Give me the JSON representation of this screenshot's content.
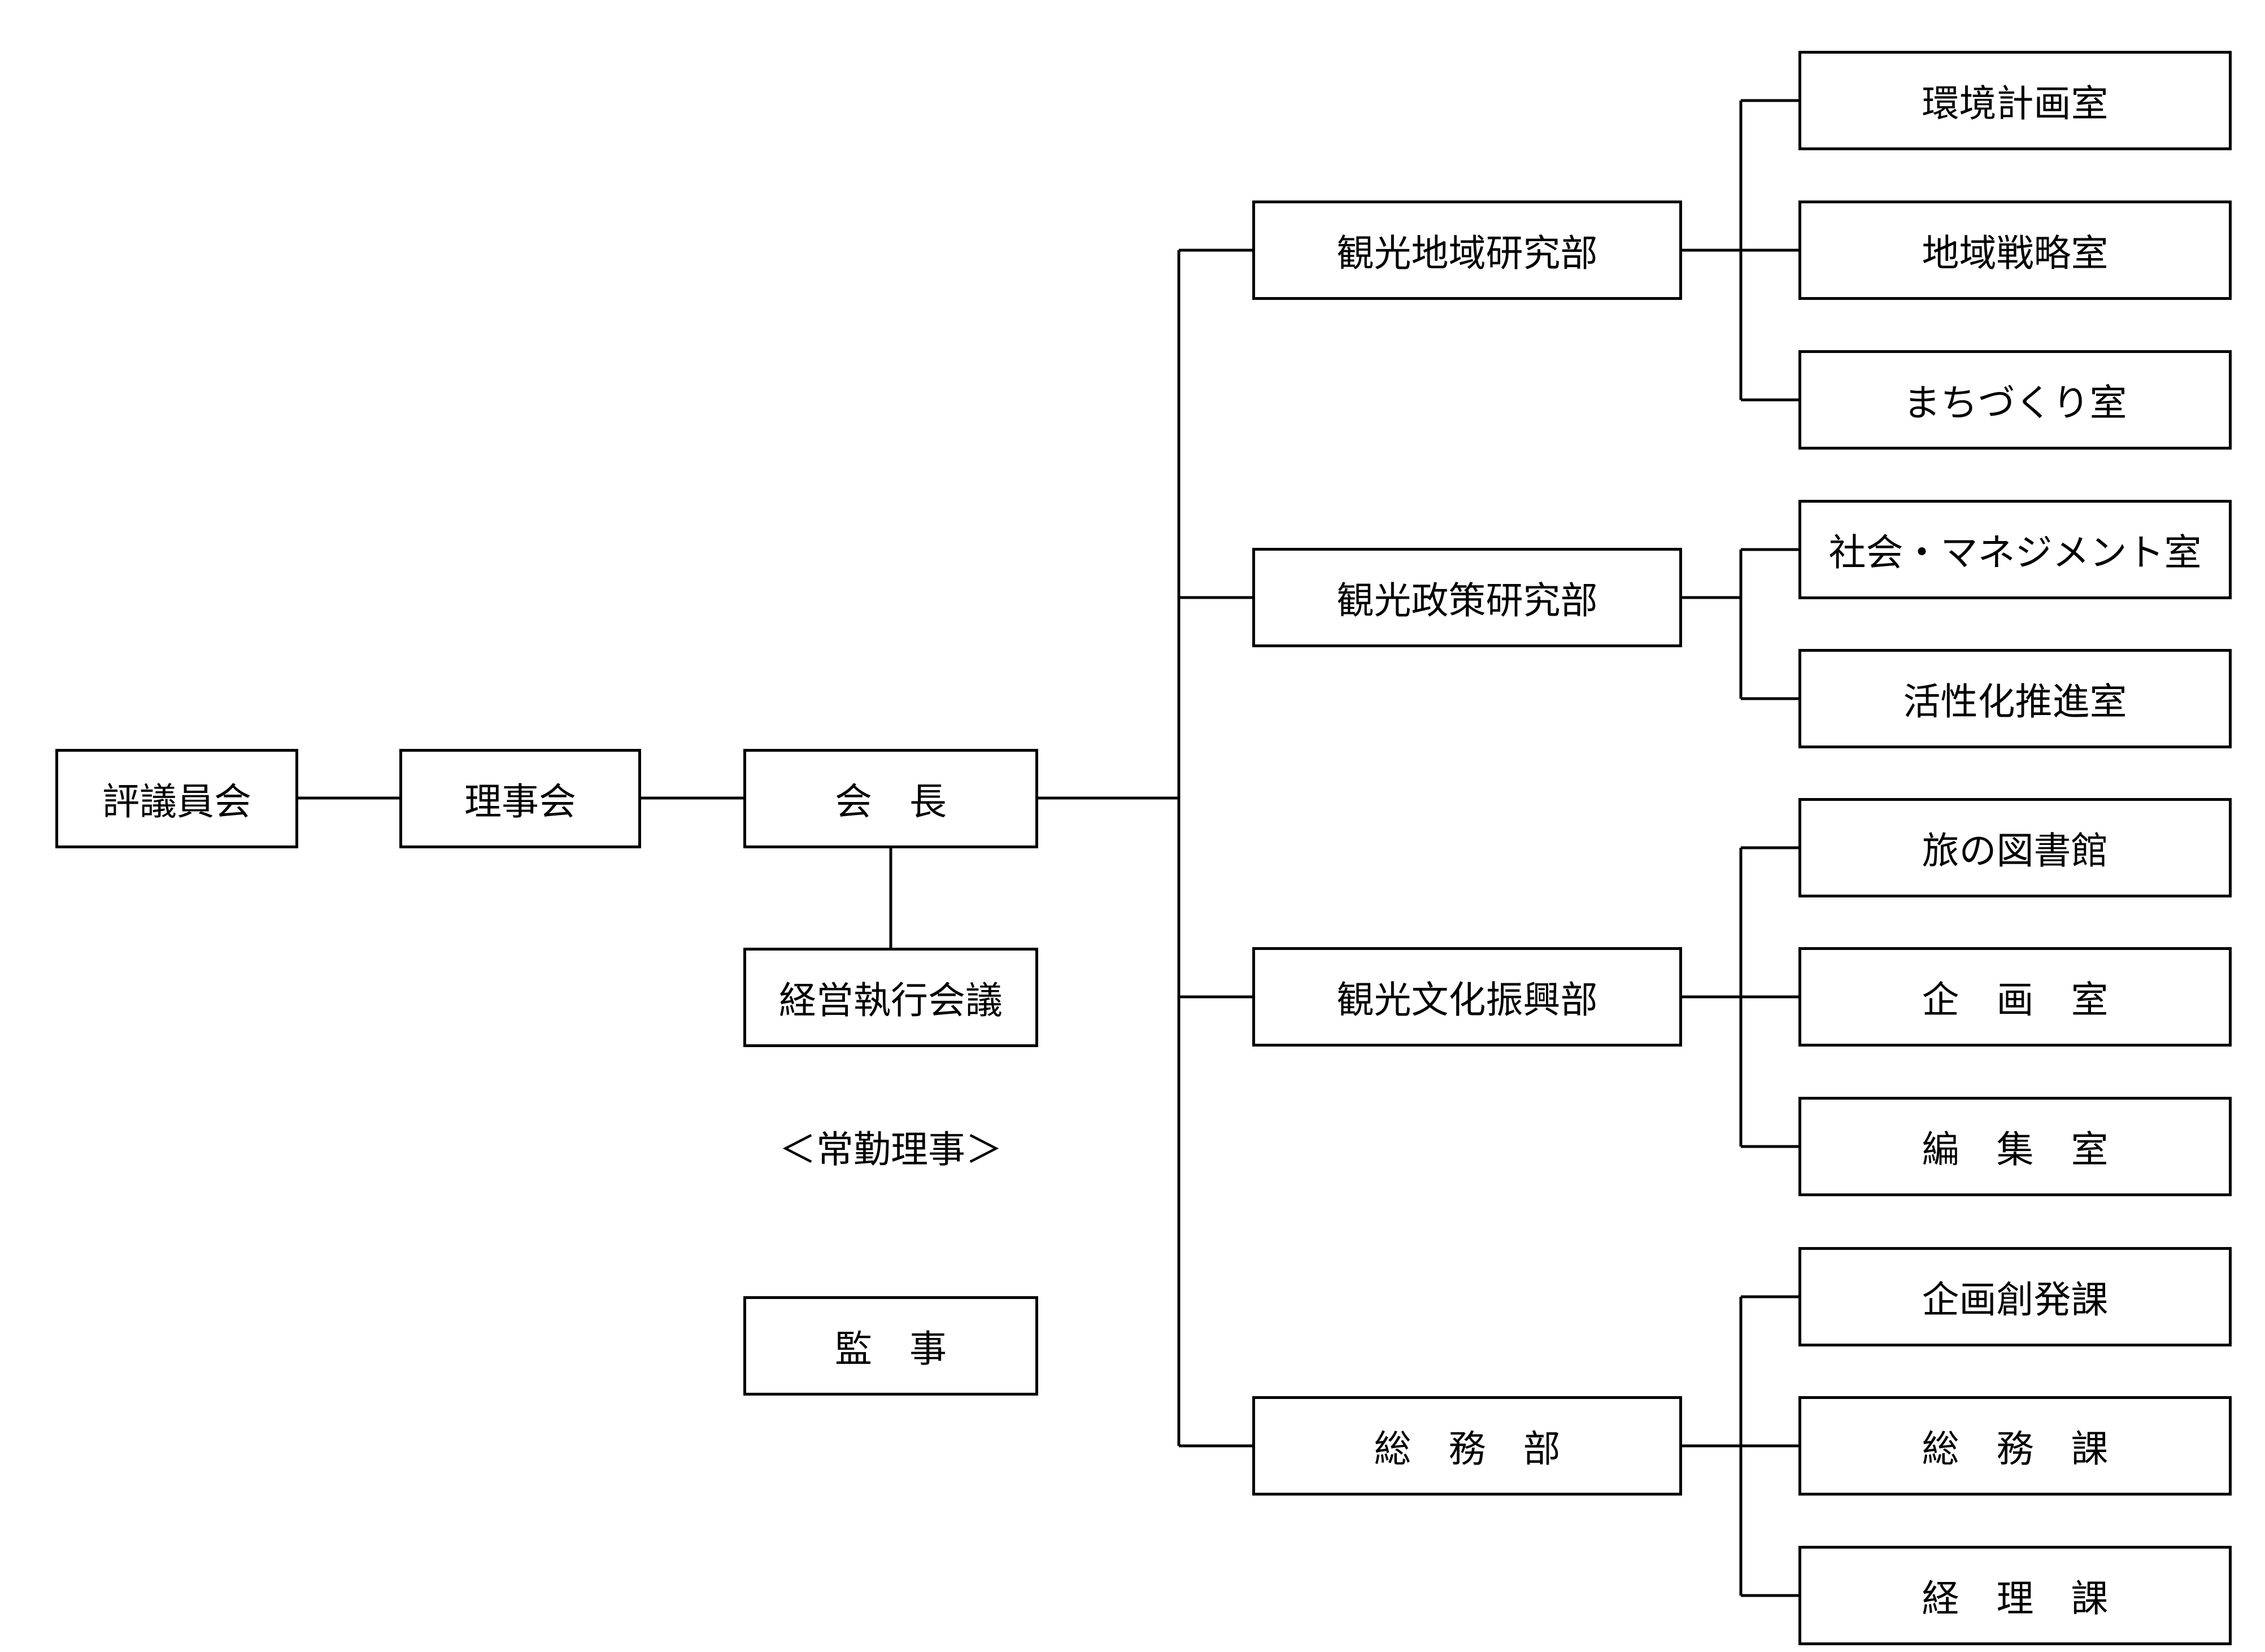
{
  "nodes": {
    "hyogiinkai": "評議員会",
    "rijikai": "理事会",
    "kaicho": "会　長",
    "keiei": "経営執行会議",
    "jokin": "＜常勤理事＞",
    "kanji": "監　事",
    "chiiki": "観光地域研究部",
    "seisaku": "観光政策研究部",
    "bunka": "観光文化振興部",
    "somubu": "総　務　部",
    "kankyo": "環境計画室",
    "senryaku": "地域戦略室",
    "machi": "まちづくり室",
    "shakai": "社会・マネジメント室",
    "kasseika": "活性化推進室",
    "tabi": "旅の図書館",
    "kikakushitsu": "企　画　室",
    "henshu": "編　集　室",
    "sohatsu": "企画創発課",
    "somuka": "総　務　課",
    "keiri": "経　理　課"
  }
}
